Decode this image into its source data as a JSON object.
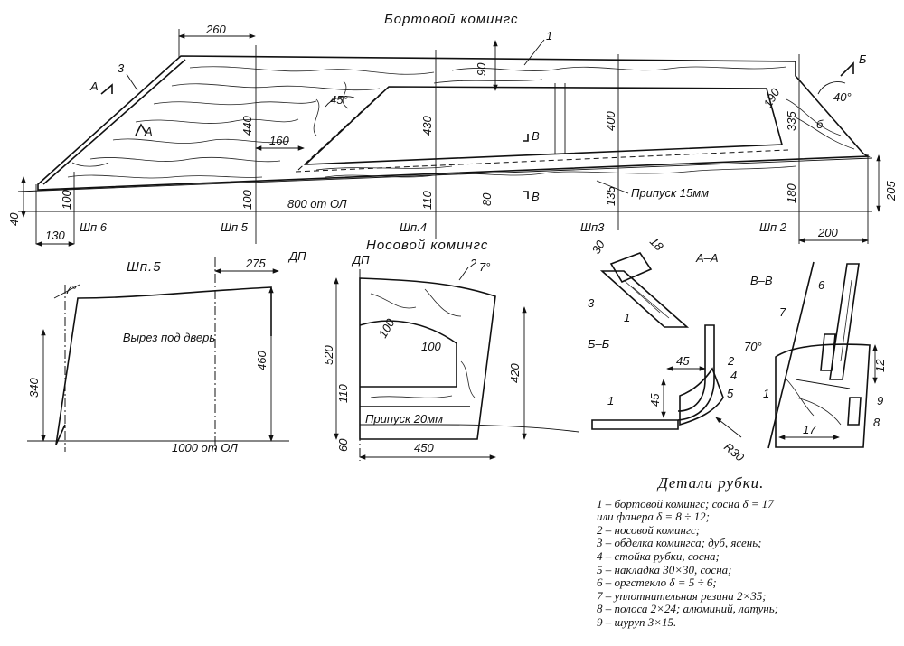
{
  "titles": {
    "side": "Бортовой комингс",
    "front": "Носовой комингс",
    "legend": "Детали рубки."
  },
  "side_view": {
    "top_dims": [
      "260",
      "90",
      "190"
    ],
    "vertical_dims": [
      "440",
      "430",
      "400",
      "335",
      "100",
      "100",
      "110",
      "80",
      "135",
      "180",
      "205",
      "40"
    ],
    "small_dims": [
      "160",
      "130",
      "200"
    ],
    "angles": [
      "45°",
      "40°"
    ],
    "baseline": "800 от ОЛ",
    "allowance": "Припуск 15мм",
    "stations": [
      "Шп 6",
      "Шп 5",
      "Шп.4",
      "Шп3",
      "Шп 2"
    ],
    "part_labels": [
      "1",
      "3",
      "б"
    ],
    "section_marks": [
      "А",
      "А",
      "Б",
      "В",
      "В"
    ]
  },
  "frame5": {
    "title": "Шп.5",
    "dims": [
      "275",
      "340",
      "460"
    ],
    "angle": "7°",
    "cutout": "Вырез под дверь",
    "centerline": "ДП",
    "baseline": "1000 от ОЛ"
  },
  "front_view": {
    "centerline": "ДП",
    "dims": [
      "520",
      "420",
      "100",
      "100",
      "110",
      "60",
      "450"
    ],
    "angle": "7°",
    "allowance": "Припуск 20мм",
    "part_label": "2"
  },
  "section_aa": {
    "title": "А–А",
    "dims": [
      "30",
      "18"
    ],
    "labels": [
      "3",
      "1"
    ]
  },
  "section_bb": {
    "title": "Б–Б",
    "dims": [
      "45",
      "45"
    ],
    "radius": "R30",
    "labels": [
      "1",
      "2",
      "4",
      "5"
    ]
  },
  "section_vv": {
    "title": "В–В",
    "angle": "70°",
    "dims": [
      "12",
      "17"
    ],
    "labels": [
      "6",
      "7",
      "1",
      "9",
      "8"
    ]
  },
  "legend": [
    "1 – бортовой комингс; сосна  δ = 17",
    "      или фанера  δ = 8 ÷ 12;",
    "2 – носовой комингс;",
    "3 – обделка комингса; дуб, ясень;",
    "4 – стойка рубки, сосна;",
    "5 – накладка 30×30, сосна;",
    "6 – оргстекло  δ = 5 ÷ 6;",
    "7 – уплотнительная резина 2×35;",
    "8 – полоса 2×24;  алюминий, латунь;",
    "9 – шуруп 3×15."
  ]
}
